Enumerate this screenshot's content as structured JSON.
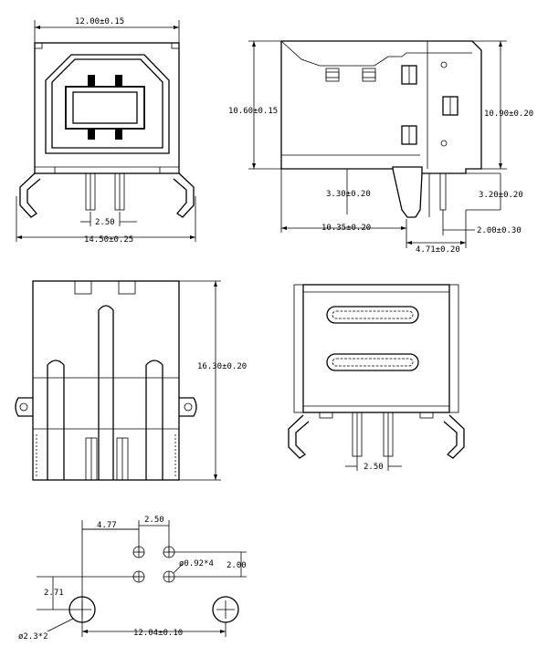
{
  "views": {
    "front": {
      "dims": {
        "width_body": "12.00±0.15",
        "height_body": "10.60±0.15",
        "pin_pitch": "2.50",
        "overall_width": "14.50±0.25"
      }
    },
    "side": {
      "dims": {
        "height_overall": "10.90±0.20",
        "pin_length_left": "3.30±0.20",
        "pin_length_right": "3.20±0.20",
        "pin_offset": "2.00±0.30",
        "body_depth": "10.35±0.20",
        "tail_span": "4.71±0.20"
      }
    },
    "bottom": {
      "dims": {
        "length": "16.30±0.20"
      }
    },
    "rear": {
      "dims": {
        "pin_pitch": "2.50"
      }
    },
    "footprint": {
      "dims": {
        "x_offset": "4.77",
        "pitch_x": "2.50",
        "pin_hole": "ø0.92*4",
        "pitch_y": "2.00",
        "hole_offset": "2.71",
        "mount_hole": "ø2.3*2",
        "mount_span": "12.04±0.10"
      }
    }
  }
}
